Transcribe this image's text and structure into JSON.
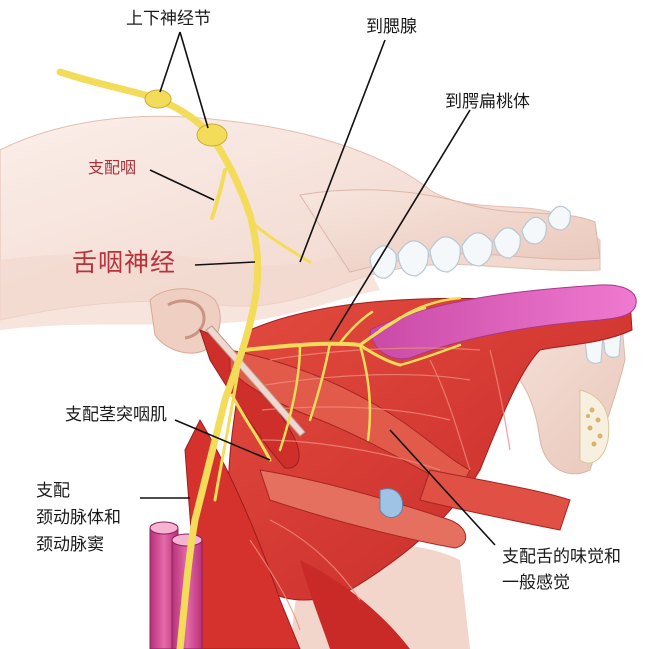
{
  "labels": {
    "ganglia": "上下神经节",
    "parotid": "到腮腺",
    "tonsil": "到腭扁桃体",
    "pharynx": "支配咽",
    "glossopharyngeal": "舌咽神经",
    "stylopharyngeus": "支配茎突咽肌",
    "carotid_line1": "支配",
    "carotid_line2": "颈动脉体和",
    "carotid_line3": "颈动脉窦",
    "tongue_line1": "支配舌的味觉和",
    "tongue_line2": "一般感觉"
  },
  "colors": {
    "nerve": "#f2dc5a",
    "muscle": "#d9352f",
    "muscle_light": "#e86a5c",
    "bone": "#f3dcd3",
    "skin": "#f7e5de",
    "teeth": "#f4f8fb",
    "tongue_surface": "#e048b8",
    "vessel": "#d23f8e",
    "label_red": "#b8323c",
    "leader": "#111111"
  },
  "icons": [
    "ganglion-node",
    "nerve-branch",
    "vessel-tube",
    "tooth"
  ]
}
